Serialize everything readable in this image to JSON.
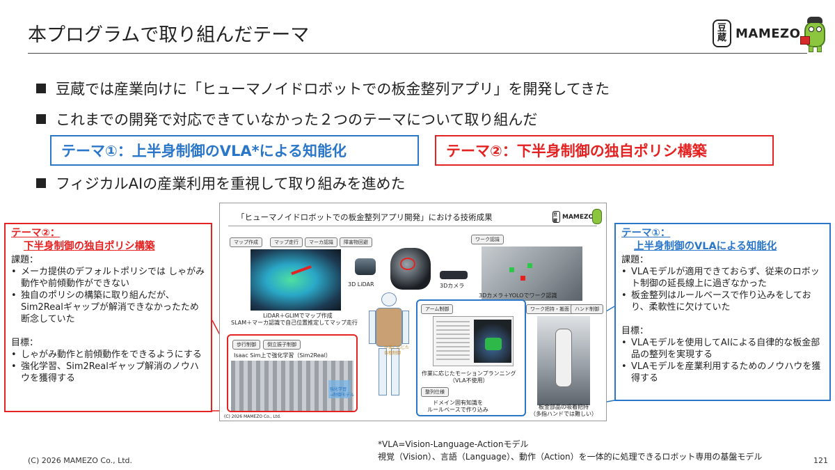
{
  "slide": {
    "title": "本プログラムで取り組んだテーマ",
    "logo": {
      "seal_top": "豆",
      "seal_bottom": "蔵",
      "brand": "MAMEZO"
    },
    "bullets": [
      "豆蔵では産業向けに「ヒューマノイドロボットでの板金整列アプリ」を開発してきた",
      "これまでの開発で対応できていなかった２つのテーマについて取り組んだ",
      "フィジカルAIの産業利用を重視して取り組みを進めた"
    ],
    "themes": {
      "theme1": "テーマ①：上半身制御のVLA*による知能化",
      "theme2": "テーマ②：下半身制御の独自ポリシ構築"
    },
    "left_box": {
      "heading_line1": "テーマ②：",
      "heading_line2": "下半身制御の独自ポリシ構築",
      "issues_label": "課題：",
      "issues": [
        "メーカ提供のデフォルトポリシでは しゃがみ動作や前傾動作ができない",
        "独自のポリシの構築に取り組んだが、Sim2Realギャップが解消できなかったため断念していた"
      ],
      "goals_label": "目標：",
      "goals": [
        "しゃがみ動作と前傾動作をできるようにする",
        "強化学習、Sim2Realギャップ解消のノウハウを獲得する"
      ]
    },
    "right_box": {
      "heading_line1": "テーマ①：",
      "heading_line2": "上半身制御のVLAによる知能化",
      "issues_label": "課題：",
      "issues": [
        "VLAモデルが適用できておらず、従来のロボット制御の延長線上に過ぎなかった",
        "板金整列はルールベースで作り込みをしており、柔軟性に欠けていた"
      ],
      "goals_label": "目標：",
      "goals": [
        "VLAモデルを使用してAIによる自律的な板金部品の整列を実現する",
        "VLAモデルを産業利用するためのノウハウを獲得する"
      ]
    },
    "panel": {
      "title": "「ヒューマノイドロボットでの板金整列アプリ開発」における技術成果",
      "logo_brand": "MAMEZO",
      "logo_seal": "豆蔵",
      "tags_top": [
        "マップ作成",
        "マップ走行",
        "マーカ認識",
        "障害物回避"
      ],
      "tag_work": "ワーク認識",
      "label_lidar": "3D LiDAR",
      "label_camera": "3Dカメラ",
      "caption_work": "3Dカメラ＋YOLOでワーク認識",
      "caption_slam_1": "LiDAR＋GLIMでマップ作成",
      "caption_slam_2": "SLAM＋マーカ認識で自己位置推定してマップ走行",
      "tags_walk": [
        "歩行制御",
        "倒立振子制御"
      ],
      "caption_isaac": "Isaac Sim上で強化学習（Sim2Real）",
      "label_rl": "強化学習\n→制御モデル",
      "label_policy": "作業に応じた\n各種制御",
      "tag_arm": "アーム制御",
      "caption_motion": "作業に応じたモーションプランニング\n（VLA不使用）",
      "tag_spec": "整列仕様",
      "caption_domain": "ドメイン固有知識を\nルールベースで作り込み",
      "tag_grip": "ワーク把持・搬面",
      "tag_hand": "ハンド制御",
      "caption_hand": "板金部品の吸着把持\n（多指ハンドでは難しい）",
      "copyright": "(C) 2026 MAMEZO Co., Ltd."
    },
    "footnote_1": "*VLA=Vision-Language-Actionモデル",
    "footnote_2": "視覚（Vision）、言語（Language）、動作（Action）を一体的に処理できるロボット専用の基盤モデル",
    "copyright": "(C) 2026 MAMEZO Co., Ltd.",
    "page_number": "121"
  }
}
